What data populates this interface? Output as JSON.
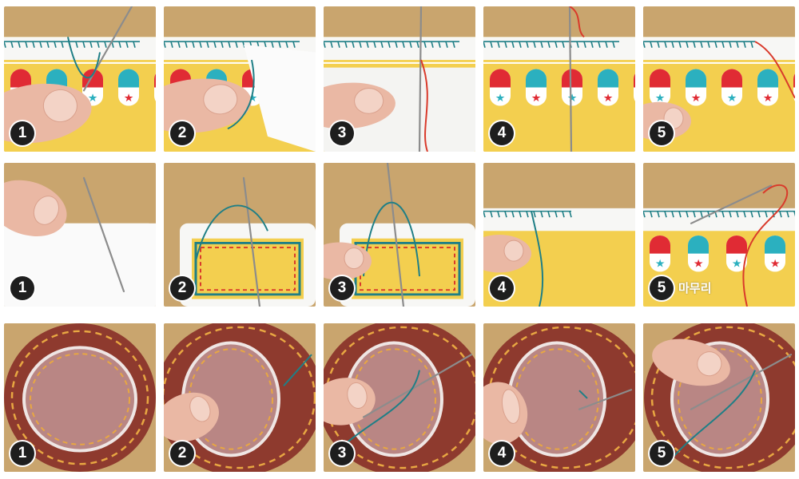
{
  "rows": [
    {
      "theme": "pill-fabric",
      "panels": [
        {
          "step": "1",
          "scene": "hold"
        },
        {
          "step": "2",
          "scene": "fold"
        },
        {
          "step": "3",
          "scene": "inner"
        },
        {
          "step": "4",
          "scene": "pierce"
        },
        {
          "step": "5",
          "scene": "done"
        }
      ]
    },
    {
      "theme": "pill-corner",
      "panels": [
        {
          "step": "1",
          "scene": "corner-fold"
        },
        {
          "step": "2",
          "scene": "corner-thread"
        },
        {
          "step": "3",
          "scene": "corner-loop"
        },
        {
          "step": "4",
          "scene": "corner-edge"
        },
        {
          "step": "5",
          "scene": "corner-done",
          "caption": "마무리"
        }
      ]
    },
    {
      "theme": "circle-felt",
      "panels": [
        {
          "step": "1",
          "scene": "circle-plain"
        },
        {
          "step": "2",
          "scene": "circle-hold"
        },
        {
          "step": "3",
          "scene": "circle-needle"
        },
        {
          "step": "4",
          "scene": "circle-stitch"
        },
        {
          "step": "5",
          "scene": "circle-done"
        }
      ]
    }
  ],
  "colors": {
    "wood": "#c9a56e",
    "fabric_yellow": "#f3cf4f",
    "pill_red": "#e02b34",
    "pill_teal": "#2bb0bf",
    "white_felt": "#f7f7f5",
    "thread_teal": "#1f7f86",
    "thread_red": "#d93a2b",
    "felt_brown": "#8e3a2e",
    "felt_pink": "#b98684",
    "stitch_orange": "#e8a742",
    "skin": "#eab8a4",
    "badge": "#1e1e1e"
  },
  "icons": [
    "needle-icon",
    "finger-icon",
    "thread-icon"
  ]
}
